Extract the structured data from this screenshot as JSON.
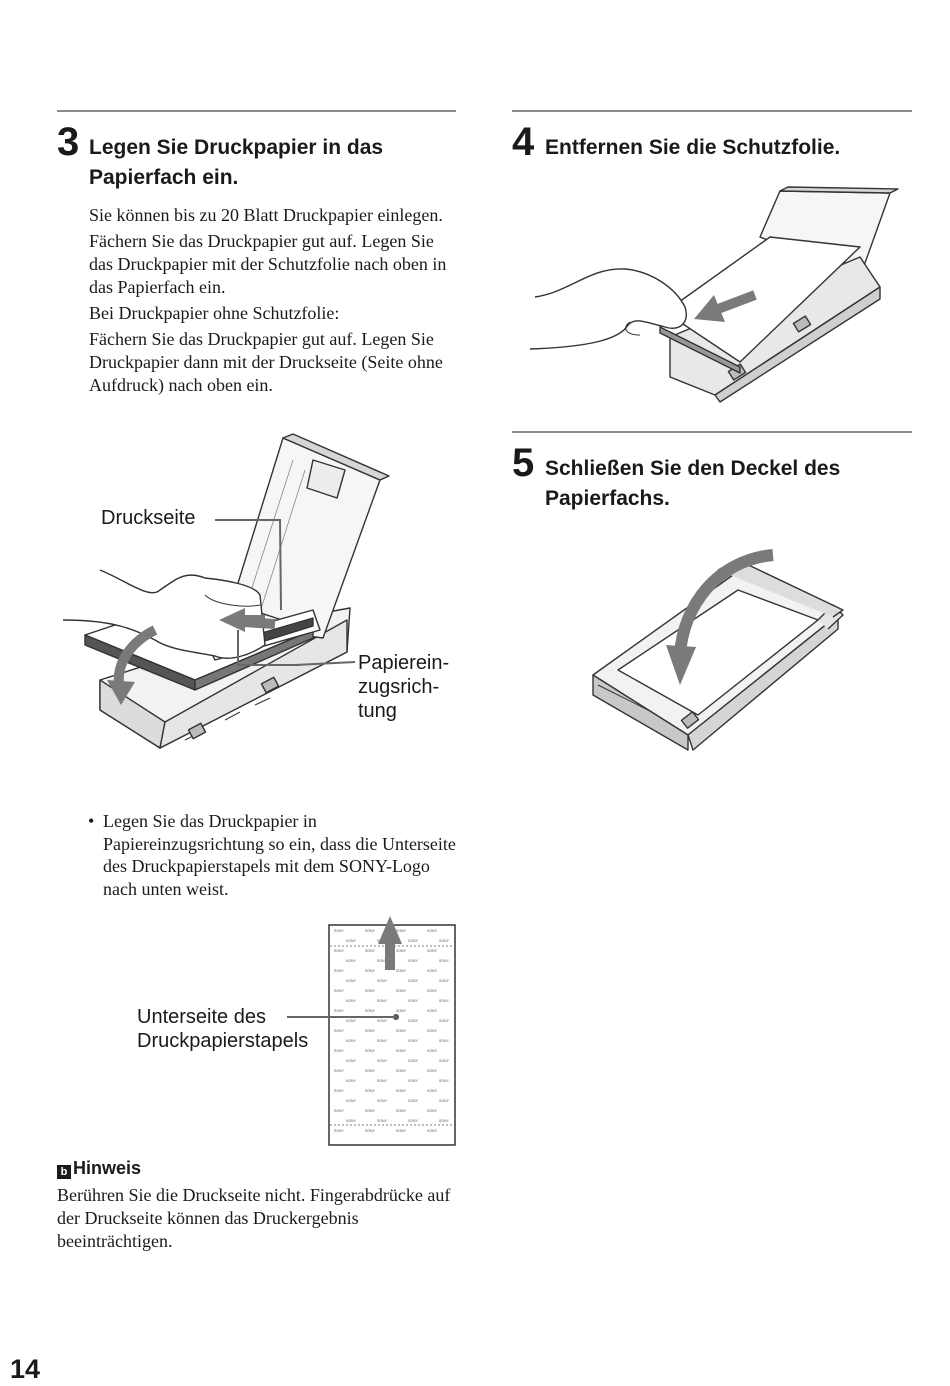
{
  "step3": {
    "number": "3",
    "title_line1": "Legen Sie Druckpapier in das",
    "title_line2": "Papierfach ein.",
    "para1": "Sie können bis zu 20 Blatt Druckpapier einlegen.",
    "para2": "Fächern Sie das Druckpapier gut auf. Legen Sie das Druckpapier mit der Schutzfolie nach oben in das Papierfach ein.",
    "para3": "Bei Druckpapier ohne Schutzfolie:",
    "para4": "Fächern Sie das Druckpapier gut auf. Legen Sie Druckpapier dann mit der Druckseite (Seite ohne Aufdruck) nach oben ein.",
    "label_druckseite": "Druckseite",
    "label_einzug_1": "Papierein-",
    "label_einzug_2": "zugsrich-",
    "label_einzug_3": "tung",
    "bullet_symbol": "•",
    "bullet": "Legen Sie das Druckpapier in Papiereinzugsrichtung so ein, dass die Unterseite des Druckpapierstapels mit dem SONY-Logo nach unten weist.",
    "label_unterseite_1": "Unterseite des",
    "label_unterseite_2": "Druckpapierstapels",
    "sheet_logo_text": "SONY"
  },
  "step4": {
    "number": "4",
    "title": "Entfernen Sie die Schutzfolie."
  },
  "step5": {
    "number": "5",
    "title_line1": "Schließen Sie den Deckel des",
    "title_line2": "Papierfachs."
  },
  "note": {
    "icon": "b",
    "heading": "Hinweis",
    "body": "Berühren Sie die Druckseite nicht. Fingerabdrücke auf der Druckseite können das Druckergebnis beeinträchtigen."
  },
  "page_number": "14"
}
